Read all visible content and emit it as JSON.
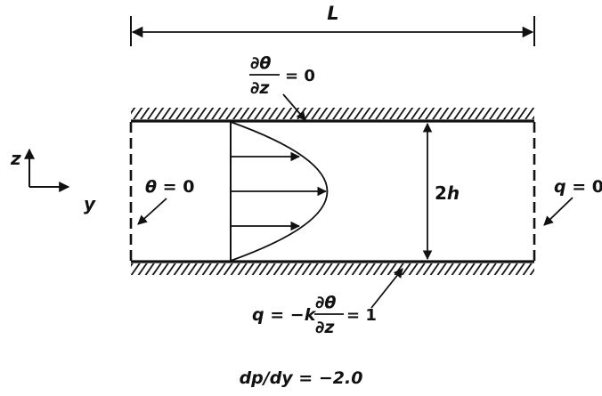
{
  "labels": {
    "length": "L",
    "height_sym": "2",
    "height_var": "h",
    "axis_z": "z",
    "axis_y": "y",
    "top_bc": {
      "num_d": "∂",
      "num_var": "θ",
      "den_d": "∂",
      "den_var": "z",
      "equals": "= 0"
    },
    "inlet_bc": {
      "var": "θ",
      "equals": " = 0"
    },
    "outlet_bc": {
      "var": "q",
      "equals": " = 0"
    },
    "bottom_bc": {
      "lhs_var": "q",
      "lhs_mid": " = −",
      "k": "k",
      "num_d": "∂",
      "num_var": "θ",
      "den_d": "∂",
      "den_var": "z",
      "equals": "= 1"
    },
    "pressure_gradient": "dp/dy = −2.0"
  }
}
